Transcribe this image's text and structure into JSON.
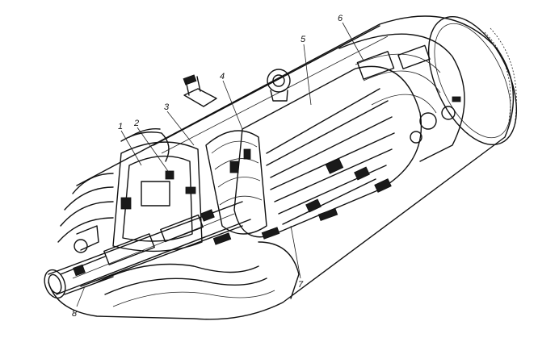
{
  "figure": {
    "callouts": [
      {
        "id": "1",
        "label": "1"
      },
      {
        "id": "2",
        "label": "2"
      },
      {
        "id": "3",
        "label": "3"
      },
      {
        "id": "4",
        "label": "4"
      },
      {
        "id": "5",
        "label": "5"
      },
      {
        "id": "6",
        "label": "6"
      },
      {
        "id": "7",
        "label": "7"
      },
      {
        "id": "8",
        "label": "8"
      }
    ]
  }
}
